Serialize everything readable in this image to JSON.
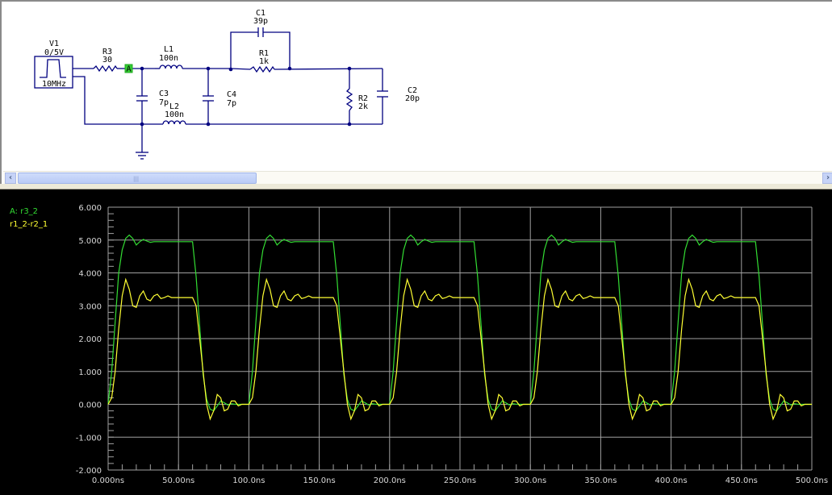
{
  "schematic": {
    "components": {
      "V1": {
        "name": "V1",
        "value": "0/5V",
        "freq": "10MHz"
      },
      "R3": {
        "name": "R3",
        "value": "30"
      },
      "L1": {
        "name": "L1",
        "value": "100n"
      },
      "C1": {
        "name": "C1",
        "value": "39p"
      },
      "R1": {
        "name": "R1",
        "value": "1k"
      },
      "C3": {
        "name": "C3",
        "value": "7p"
      },
      "C4": {
        "name": "C4",
        "value": "7p"
      },
      "L2": {
        "name": "L2",
        "value": "100n"
      },
      "R2": {
        "name": "R2",
        "value": "2k"
      },
      "C2": {
        "name": "C2",
        "value": "20p"
      }
    },
    "probe_label": "A",
    "scroll_grip": "|||"
  },
  "colors": {
    "wire": "#000080",
    "probe": "#33cc33",
    "green_trace": "#33dd33",
    "yellow_trace": "#ffff33",
    "grid": "#a0a0a0"
  },
  "chart_data": {
    "type": "line",
    "title": "",
    "xlabel": "",
    "ylabel": "",
    "xlim": [
      0,
      500
    ],
    "ylim": [
      -2,
      6
    ],
    "grid": true,
    "legend_position": "top-left",
    "yticks": [
      "6.000",
      "5.000",
      "4.000",
      "3.000",
      "2.000",
      "1.000",
      "0.000",
      "-1.000",
      "-2.000"
    ],
    "xticks": [
      "0.000ns",
      "50.00ns",
      "100.0ns",
      "150.0ns",
      "200.0ns",
      "250.0ns",
      "300.0ns",
      "350.0ns",
      "400.0ns",
      "450.0ns",
      "500.0ns"
    ],
    "period_ns": 100,
    "periods": 5,
    "sample_step_ns": 2.5,
    "series": [
      {
        "name": "A: r3_2",
        "color": "#33dd33",
        "period_values": [
          0,
          1.0,
          2.5,
          4.0,
          4.7,
          5.05,
          5.15,
          5.05,
          4.85,
          4.95,
          5.02,
          4.97,
          4.93,
          4.95,
          4.95,
          4.95,
          4.95,
          4.95,
          4.95,
          4.95,
          4.95,
          4.95,
          4.95,
          4.95,
          4.95,
          3.9,
          2.4,
          0.9,
          0.15,
          -0.15,
          -0.2,
          -0.05,
          0.1,
          0.05,
          -0.02,
          0.02,
          0,
          0,
          0,
          0,
          0
        ]
      },
      {
        "name": "r1_2-r2_1",
        "color": "#ffff33",
        "period_values": [
          0,
          0.2,
          1.0,
          2.3,
          3.3,
          3.8,
          3.5,
          3.0,
          2.95,
          3.3,
          3.45,
          3.2,
          3.15,
          3.3,
          3.35,
          3.22,
          3.25,
          3.3,
          3.25,
          3.25,
          3.25,
          3.25,
          3.25,
          3.25,
          3.25,
          3.0,
          2.0,
          1.0,
          0,
          -0.45,
          -0.2,
          0.3,
          0.2,
          -0.2,
          -0.15,
          0.1,
          0.1,
          -0.05,
          0,
          0,
          0
        ]
      }
    ]
  }
}
